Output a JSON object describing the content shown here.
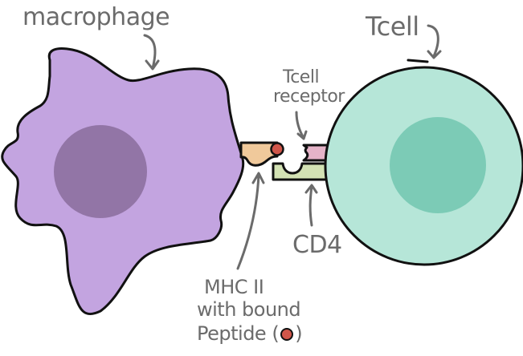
{
  "diagram": {
    "title": "Macrophage presenting antigen to T cell",
    "labels": {
      "macrophage": "macrophage",
      "tcell": "Tcell",
      "tcell_receptor_line1": "Tcell",
      "tcell_receptor_line2": "receptor",
      "cd4": "CD4",
      "mhc_line1": "MHC II",
      "mhc_line2": "with bound",
      "mhc_line3_prefix": "Peptide (",
      "mhc_line3_suffix": ")"
    },
    "colors": {
      "macrophage_body": "#c3a4e0",
      "macrophage_nucleus": "#9275a6",
      "tcell_body": "#b6e6d8",
      "tcell_nucleus": "#7ccbb6",
      "mhc": "#f0c99b",
      "peptide": "#d0564a",
      "tcell_receptor": "#e5b3c8",
      "cd4": "#d3e2b4",
      "label_text": "#6b6b6b",
      "outline": "#111111"
    }
  }
}
